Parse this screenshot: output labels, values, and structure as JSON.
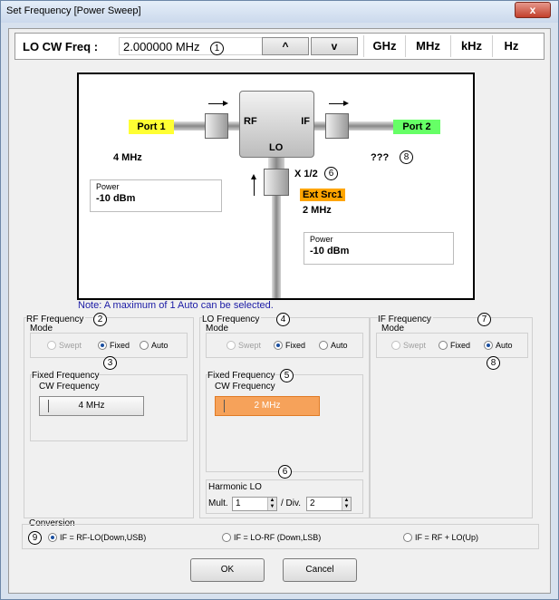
{
  "window": {
    "title": "Set Frequency [Power Sweep]",
    "close_label": "x"
  },
  "freq": {
    "label": "LO CW Freq :",
    "value": "2.000000 MHz",
    "marker": "1",
    "up_label": "^",
    "down_label": "v",
    "units": [
      "GHz",
      "MHz",
      "kHz",
      "Hz"
    ]
  },
  "diagram": {
    "port1": "Port 1",
    "port2": "Port 2",
    "rf_label": "RF",
    "if_label": "IF",
    "lo_label": "LO",
    "rf_freq": "4 MHz",
    "if_freq": "???",
    "if_marker": "8",
    "multiplier": "X 1/2",
    "multiplier_marker": "6",
    "ext_src": "Ext Src1",
    "ext_freq": "2 MHz",
    "power_caption": "Power",
    "power1": "-10 dBm",
    "power2": "-10 dBm",
    "colors": {
      "port1": "#ffff33",
      "port2": "#66ff66",
      "ext": "#ffa500"
    }
  },
  "note": "Note:  A maximum of 1 Auto can be selected.",
  "rf": {
    "title": "RF Frequency",
    "marker": "2",
    "mode_label": "Mode",
    "modes": [
      "Swept",
      "Fixed",
      "Auto"
    ],
    "selected": "Fixed",
    "mode_marker": "3",
    "fixed_title": "Fixed Frequency",
    "cw_label": "CW Frequency",
    "cw_value": "4 MHz"
  },
  "lo": {
    "title": "LO Frequency",
    "marker": "4",
    "mode_label": "Mode",
    "modes": [
      "Swept",
      "Fixed",
      "Auto"
    ],
    "selected": "Fixed",
    "fixed_title": "Fixed Frequency",
    "fixed_marker": "5",
    "cw_label": "CW Frequency",
    "cw_value": "2 MHz",
    "harmonic_marker": "6",
    "harmonic_title": "Harmonic LO",
    "mult_label": "Mult.",
    "mult_value": "1",
    "div_label": "/ Div.",
    "div_value": "2"
  },
  "if": {
    "title": "IF Frequency",
    "marker": "7",
    "mode_label": "Mode",
    "modes": [
      "Swept",
      "Fixed",
      "Auto"
    ],
    "selected": "Auto",
    "mode_marker": "8"
  },
  "conversion": {
    "title": "Conversion",
    "marker": "9",
    "options": [
      "IF = RF-LO(Down,USB)",
      "IF = LO-RF (Down,LSB)",
      "IF = RF + LO(Up)"
    ],
    "selected": "IF = RF-LO(Down,USB)"
  },
  "buttons": {
    "ok": "OK",
    "cancel": "Cancel"
  }
}
